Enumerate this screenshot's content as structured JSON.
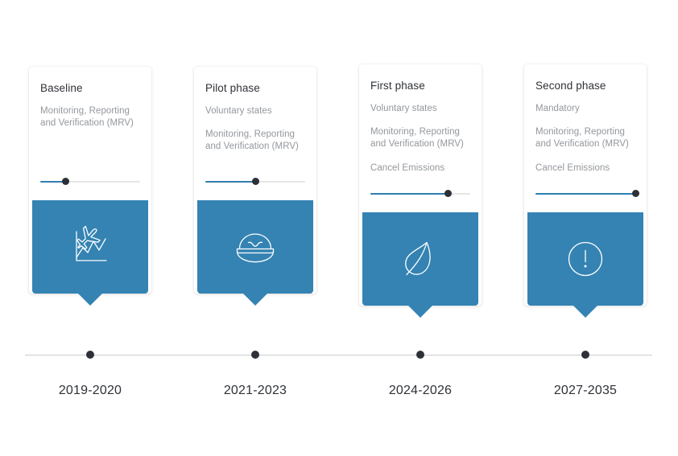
{
  "theme": {
    "accent_blue": "#3483b3",
    "slider_fill": "#2e7eb0",
    "slider_track": "#e6e6e6",
    "dot_color": "#2d3038",
    "title_color": "#2f3237",
    "body_text_color": "#93979c",
    "axis_color": "#c9cbcf",
    "background": "#ffffff"
  },
  "phases": [
    {
      "title": "Baseline",
      "bullets": [
        "Monitoring, Reporting and Verification (MRV)"
      ],
      "progress_percent": 25,
      "icon": "airplane-chart-icon",
      "date": "2019-2020"
    },
    {
      "title": "Pilot phase",
      "bullets": [
        "Voluntary states",
        "Monitoring, Reporting and Verification (MRV)"
      ],
      "progress_percent": 50,
      "icon": "pilot-cap-icon",
      "date": "2021-2023"
    },
    {
      "title": "First phase",
      "bullets": [
        "Voluntary states",
        "Monitoring, Reporting and Verification (MRV)",
        "Cancel Emissions"
      ],
      "progress_percent": 78,
      "icon": "leaf-icon",
      "date": "2024-2026"
    },
    {
      "title": "Second phase",
      "bullets": [
        "Mandatory",
        "Monitoring, Reporting and Verification (MRV)",
        "Cancel Emissions"
      ],
      "progress_percent": 100,
      "icon": "exclamation-circle-icon",
      "date": "2027-2035"
    }
  ]
}
